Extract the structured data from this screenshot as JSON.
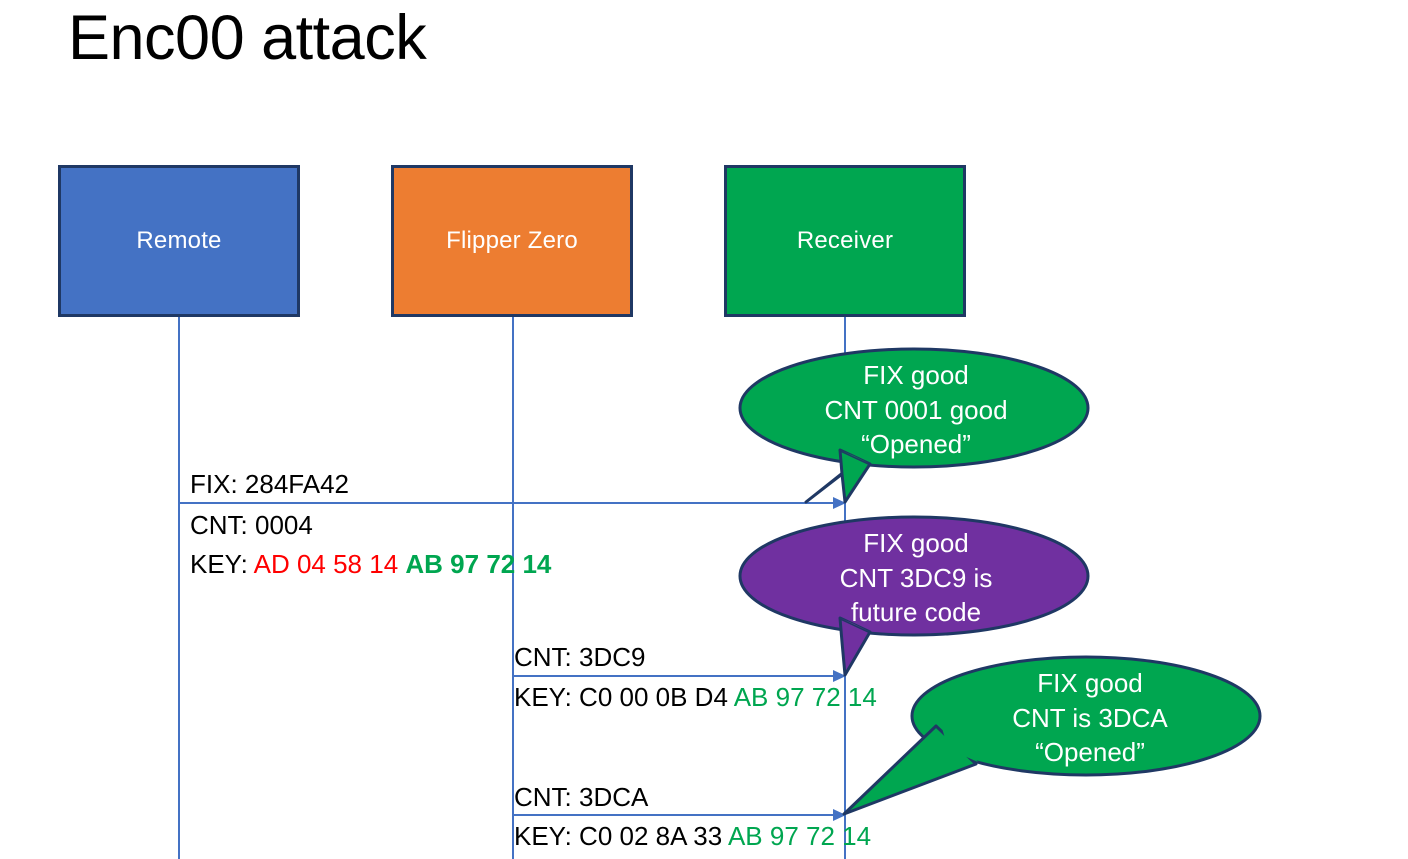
{
  "slide": {
    "title": "Enc00 attack",
    "colors": {
      "remote": "#4472C4",
      "flipper": "#ED7D31",
      "receiver": "#00A650",
      "bubble_good": "#00A650",
      "bubble_future": "#7030A0",
      "border": "#1F3864",
      "lifeline": "#4472C4",
      "key_red": "#FF0000",
      "key_green": "#00A650"
    }
  },
  "actors": [
    {
      "id": "remote",
      "label": "Remote"
    },
    {
      "id": "flipper",
      "label": "Flipper Zero"
    },
    {
      "id": "receiver",
      "label": "Receiver"
    }
  ],
  "messages": [
    {
      "id": "msg-1",
      "from": "remote",
      "to": "receiver",
      "fix_line": "FIX: 284FA42",
      "cnt_line": "CNT: 0004",
      "key_prefix": "KEY: ",
      "key_part_red": "AD 04 58 14",
      "key_part_green": "AB 97 72 14"
    },
    {
      "id": "msg-2",
      "from": "flipper",
      "to": "receiver",
      "cnt_line": "CNT: 3DC9",
      "key_prefix": "KEY: C0 00 0B D4 ",
      "key_part_green": "AB 97 72 14"
    },
    {
      "id": "msg-3",
      "from": "flipper",
      "to": "receiver",
      "cnt_line": "CNT: 3DCA",
      "key_prefix": "KEY: C0 02 8A 33 ",
      "key_part_green": "AB 97 72 14"
    }
  ],
  "bubbles": [
    {
      "id": "bubble-1",
      "color": "good",
      "line1": "FIX good",
      "line2": "CNT 0001 good",
      "line3": "“Opened”"
    },
    {
      "id": "bubble-2",
      "color": "future",
      "line1": "FIX good",
      "line2": "CNT 3DC9 is",
      "line3": "future code"
    },
    {
      "id": "bubble-3",
      "color": "good",
      "line1": "FIX good",
      "line2": "CNT is 3DCA",
      "line3": "“Opened”"
    }
  ]
}
